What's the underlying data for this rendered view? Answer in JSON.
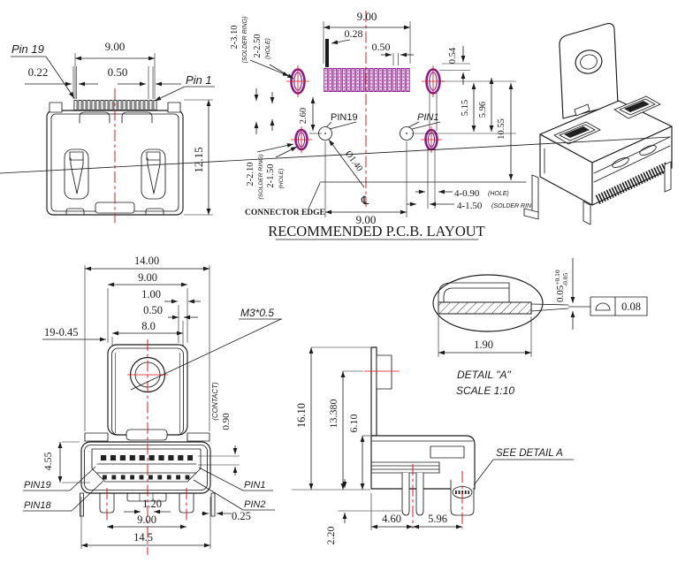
{
  "drawing": {
    "colors": {
      "line": "#1a1a1a",
      "centerline_red": "#dd1111",
      "pad_purple": "#8a1c8a",
      "pad_hatch": "#c05ac0",
      "background": "#ffffff"
    },
    "front_view": {
      "pin19_label": "Pin 19",
      "pin1_label": "Pin 1",
      "dim_022": "0.22",
      "dim_900": "9.00",
      "dim_050": "0.50",
      "dim_1215": "12.15"
    },
    "pcb_layout": {
      "title": "RECOMMENDED P.C.B. LAYOUT",
      "dim_900_top": "9.00",
      "dim_028": "0.28",
      "dim_050": "0.50",
      "ring_top": "2-3.10",
      "note_solder_ring": "(SOLDER RING)",
      "hole_top": "2-2.50",
      "note_hole": "(HOLE)",
      "dim_054": "0.54",
      "dim_260": "2.60",
      "pin19": "PIN19",
      "pin1": "PIN1",
      "dim_515": "5.15",
      "dim_596": "5.96",
      "dim_1055": "10.55",
      "dia_140": "Ø1.40",
      "ring_bottom": "2-2.10",
      "hole_bottom": "2-1.50",
      "connector_edge": "CONNECTOR EDGE",
      "dim_900_bottom": "9.00",
      "hole4": "4-0.90",
      "ring4": "4-1.50",
      "centerline_symbol": "℄"
    },
    "bottom_view": {
      "dim_1400": "14.00",
      "dim_900": "9.00",
      "dim_100": "1.00",
      "dim_050": "0.50",
      "dim_80": "8.0",
      "dim_19045": "19-0.45",
      "m3_label": "M3*0.5",
      "contact_note": "(CONTACT)",
      "dim_090": "0.90",
      "dim_455": "4.55",
      "pin19": "PIN19",
      "pin18": "PIN18",
      "pin1": "PIN1",
      "pin2": "PIN2",
      "dim_120": "1.20",
      "dim_900_bottom": "9.00",
      "dim_025": "0.25",
      "dim_145": "14.5"
    },
    "side_view": {
      "dim_1610": "16.10",
      "dim_13380": "13.380",
      "dim_610": "6.10",
      "dim_460": "4.60",
      "dim_596": "5.96",
      "dim_220": "2.20",
      "see_detail": "SEE  DETAIL  A"
    },
    "detail_a": {
      "dim_190": "1.90",
      "tol_base": "0.05",
      "tol_plus": "+0.10",
      "tol_minus": "-0.05",
      "frame_value": "0.08",
      "detail_label": "DETAIL   \"A\"",
      "scale_label": "SCALE  1:10"
    }
  }
}
